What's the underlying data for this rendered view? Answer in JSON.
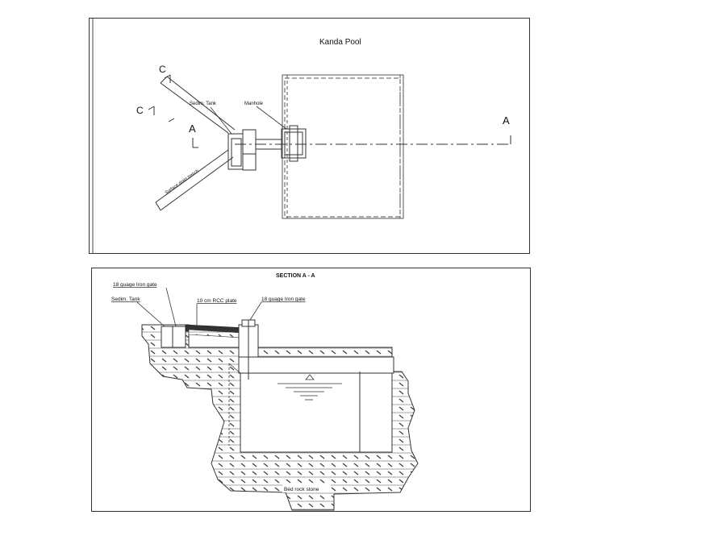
{
  "plan": {
    "title": "Kanda Pool",
    "section_marker_left": "A",
    "section_marker_right": "A",
    "section_marker_c1": "C",
    "section_marker_c2": "C",
    "sedim_tank_label": "Sedim. Tank",
    "manhole_label": "Manhole",
    "trench_label": "Surface drain trench"
  },
  "section": {
    "title": "SECTION A - A",
    "gate_left_label": "18 guage Iron gate",
    "sedim_tank_label": "Sedim. Tank",
    "rcc_plate_label": "10 cm RCC plate",
    "gate_right_label": "18 guage Iron gate",
    "bedrock_label": "Bed rock stone"
  }
}
